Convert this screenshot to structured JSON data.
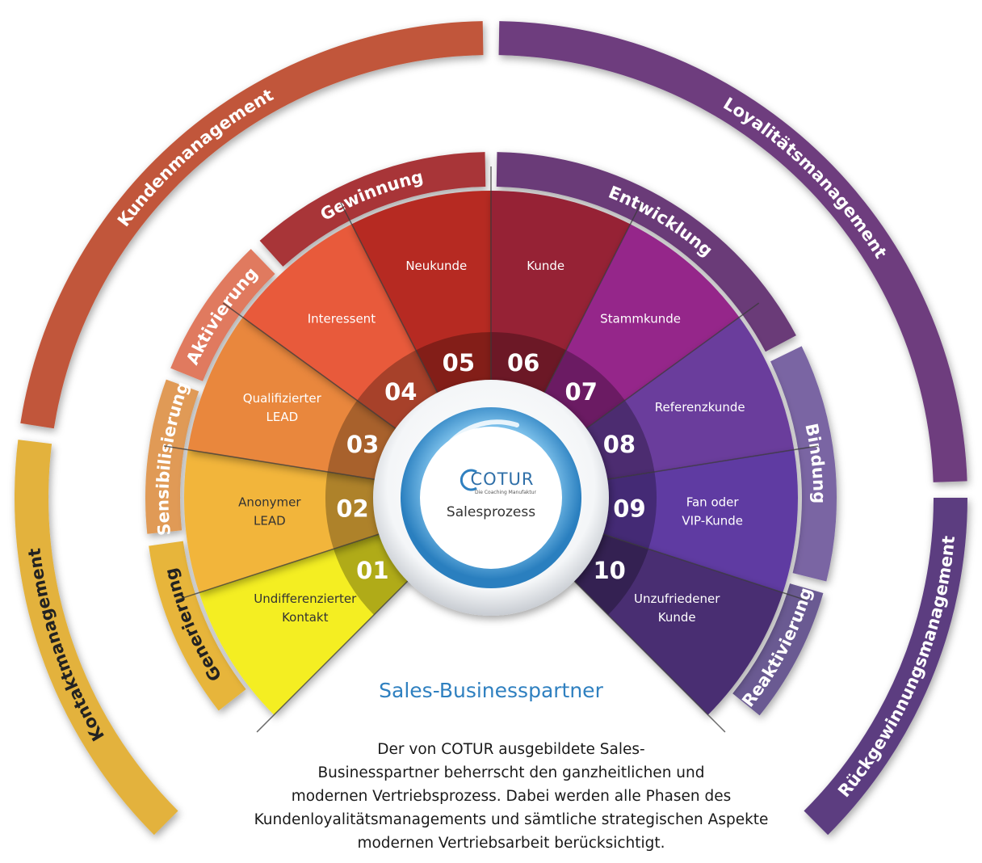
{
  "outer_ring": [
    {
      "label": "Kontaktmanagement",
      "color": "#e3b23e",
      "text_color": "dark"
    },
    {
      "label": "Kundenmanagement",
      "color": "#c1563a",
      "text_color": "light"
    },
    {
      "label": "Loyalitätsmanagement",
      "color": "#6e3d7e",
      "text_color": "light"
    },
    {
      "label": "Rückgewinnungsmanagement",
      "color": "#5c3d80",
      "text_color": "light"
    }
  ],
  "middle_ring": [
    {
      "label": "Generierung",
      "color": "#e7b53a",
      "text_color": "dark"
    },
    {
      "label": "Sensibilisierung",
      "color": "#e09a56",
      "text_color": "light"
    },
    {
      "label": "Aktivierung",
      "color": "#e07a5e",
      "text_color": "light"
    },
    {
      "label": "Gewinnung",
      "color": "#a83638",
      "text_color": "light"
    },
    {
      "label": "Entwicklung",
      "color": "#6a3a78",
      "text_color": "light"
    },
    {
      "label": "Bindung",
      "color": "#7a65a3",
      "text_color": "light"
    },
    {
      "label": "Reaktivierung",
      "color": "#6b5a92",
      "text_color": "light"
    }
  ],
  "segments": [
    {
      "number": "01",
      "label": "Undifferenzierter Kontakt",
      "color": "#f4ee22",
      "text_color": "dark"
    },
    {
      "number": "02",
      "label": "Anonymer LEAD",
      "color": "#f2b53a",
      "text_color": "dark"
    },
    {
      "number": "03",
      "label": "Qualifizierter LEAD",
      "color": "#e9873d",
      "text_color": "light"
    },
    {
      "number": "04",
      "label": "Interessent",
      "color": "#e85a3a",
      "text_color": "light"
    },
    {
      "number": "05",
      "label": "Neukunde",
      "color": "#b62a22",
      "text_color": "light"
    },
    {
      "number": "06",
      "label": "Kunde",
      "color": "#962236",
      "text_color": "light"
    },
    {
      "number": "07",
      "label": "Stammkunde",
      "color": "#95288a",
      "text_color": "light"
    },
    {
      "number": "08",
      "label": "Referenzkunde",
      "color": "#6a3c9c",
      "text_color": "light"
    },
    {
      "number": "09",
      "label": "Fan oder VIP-Kunde",
      "color": "#5e3aa2",
      "text_color": "light"
    },
    {
      "number": "10",
      "label": "Unzufriedener Kunde",
      "color": "#4a2e72",
      "text_color": "light"
    }
  ],
  "center": {
    "logo_text": "COTUR",
    "logo_subtitle": "Die Coaching Manufaktur",
    "label": "Salesprozess"
  },
  "title": "Sales-Businesspartner",
  "description_lines": [
    "Der von COTUR ausgebildete Sales-",
    "Businesspartner beherrscht den ganzheitlichen und",
    "modernen Vertriebsprozess. Dabei werden alle Phasen des",
    "Kundenloyalitätsmanagements und sämtliche strategischen Aspekte",
    "modernen Vertriebsarbeit berücksichtigt."
  ]
}
